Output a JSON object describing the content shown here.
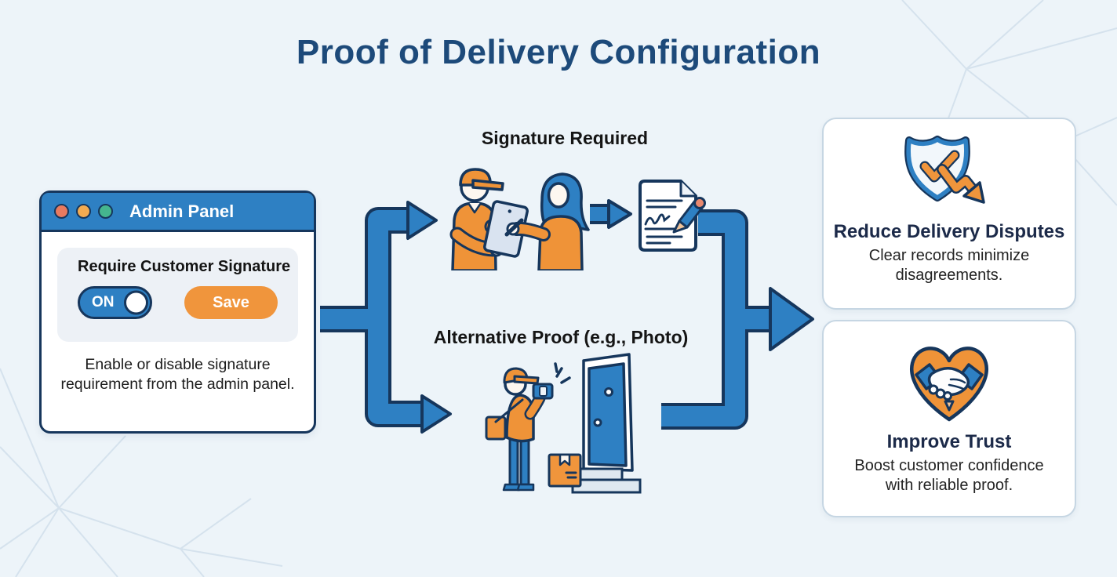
{
  "page": {
    "title": "Proof of Delivery Configuration"
  },
  "admin_panel": {
    "window_title": "Admin Panel",
    "setting_label": "Require Customer Signature",
    "toggle_state": "ON",
    "save_label": "Save",
    "description": "Enable or disable signature requirement from the admin panel."
  },
  "flow": {
    "signature_branch_label": "Signature Required",
    "alternative_branch_label": "Alternative Proof (e.g., Photo)"
  },
  "benefits": [
    {
      "icon": "shield-check-decline-icon",
      "title": "Reduce Delivery Disputes",
      "description": "Clear records minimize disagreements."
    },
    {
      "icon": "heart-handshake-icon",
      "title": "Improve Trust",
      "description": "Boost customer confidence with reliable proof."
    }
  ],
  "colors": {
    "background": "#edf4f9",
    "accent_blue": "#2e80c3",
    "accent_orange": "#f0953c",
    "outline_navy": "#16365c",
    "title_navy": "#1d4a7a",
    "traffic_red": "#e87a5f",
    "traffic_yellow": "#f3ab51",
    "traffic_green": "#45b58e"
  }
}
